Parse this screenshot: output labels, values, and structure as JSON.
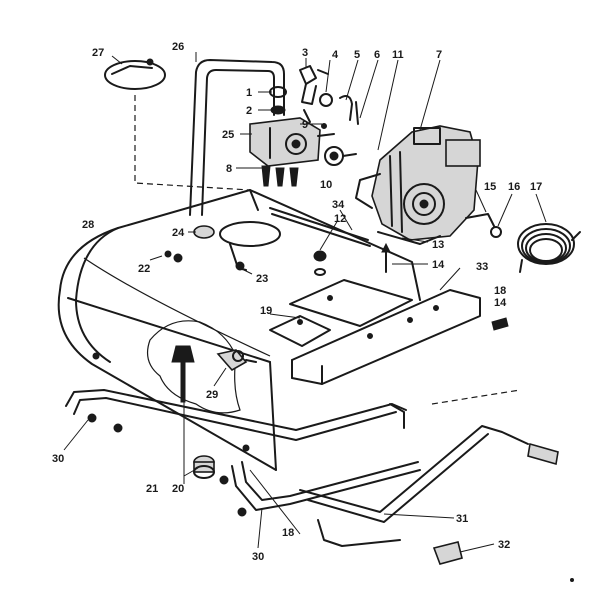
{
  "parts": [
    {
      "id": "p1",
      "label": "1"
    },
    {
      "id": "p2",
      "label": "2"
    },
    {
      "id": "p3",
      "label": "3"
    },
    {
      "id": "p4",
      "label": "4"
    },
    {
      "id": "p5",
      "label": "5"
    },
    {
      "id": "p6",
      "label": "6"
    },
    {
      "id": "p7",
      "label": "7"
    },
    {
      "id": "p8",
      "label": "8"
    },
    {
      "id": "p9",
      "label": "9"
    },
    {
      "id": "p10",
      "label": "10"
    },
    {
      "id": "p11",
      "label": "11"
    },
    {
      "id": "p12",
      "label": "12"
    },
    {
      "id": "p13",
      "label": "13"
    },
    {
      "id": "p14a",
      "label": "14"
    },
    {
      "id": "p14b",
      "label": "14"
    },
    {
      "id": "p15",
      "label": "15"
    },
    {
      "id": "p16",
      "label": "16"
    },
    {
      "id": "p17",
      "label": "17"
    },
    {
      "id": "p18a",
      "label": "18"
    },
    {
      "id": "p18b",
      "label": "18"
    },
    {
      "id": "p19",
      "label": "19"
    },
    {
      "id": "p20",
      "label": "20"
    },
    {
      "id": "p21",
      "label": "21"
    },
    {
      "id": "p22",
      "label": "22"
    },
    {
      "id": "p23",
      "label": "23"
    },
    {
      "id": "p24",
      "label": "24"
    },
    {
      "id": "p25",
      "label": "25"
    },
    {
      "id": "p26",
      "label": "26"
    },
    {
      "id": "p27",
      "label": "27"
    },
    {
      "id": "p28",
      "label": "28"
    },
    {
      "id": "p29",
      "label": "29"
    },
    {
      "id": "p30a",
      "label": "30"
    },
    {
      "id": "p30b",
      "label": "30"
    },
    {
      "id": "p31",
      "label": "31"
    },
    {
      "id": "p32",
      "label": "32"
    },
    {
      "id": "p33",
      "label": "33"
    },
    {
      "id": "p34",
      "label": "34"
    }
  ],
  "colors": {
    "ink": "#1a1a1a",
    "paper": "#ffffff"
  }
}
